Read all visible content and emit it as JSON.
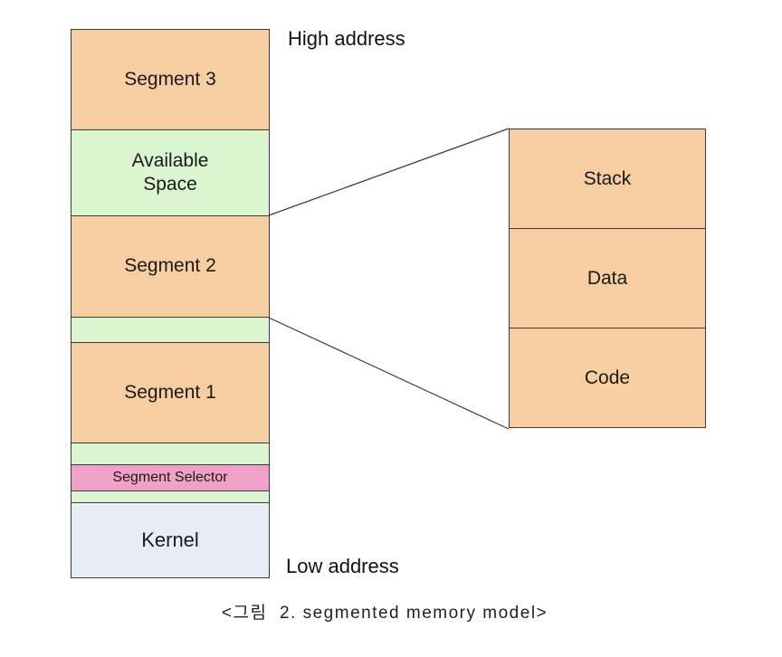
{
  "diagram": {
    "title_semantic": "segmented memory model diagram",
    "high_address_label": "High address",
    "low_address_label": "Low address",
    "caption": "<그림  2. segmented memory model>",
    "memory_stack": {
      "cells": [
        {
          "label": "Segment 3",
          "kind": "segment"
        },
        {
          "label": "Available\nSpace",
          "kind": "available-space"
        },
        {
          "label": "Segment 2",
          "kind": "segment"
        },
        {
          "label": "",
          "kind": "free-gap"
        },
        {
          "label": "Segment 1",
          "kind": "segment"
        },
        {
          "label": "",
          "kind": "free-gap"
        },
        {
          "label": "Segment Selector",
          "kind": "segment-selector"
        },
        {
          "label": "",
          "kind": "free-gap"
        },
        {
          "label": "Kernel",
          "kind": "kernel"
        }
      ]
    },
    "segment_detail": {
      "cells": [
        {
          "label": "Stack"
        },
        {
          "label": "Data"
        },
        {
          "label": "Code"
        }
      ]
    },
    "colors": {
      "segment_fill": "#f6cea1",
      "available_space_fill": "#dbf5d1",
      "segment_selector_fill": "#f1a1c7",
      "kernel_fill": "#e8ecf5",
      "border": "#3b3b3b",
      "background": "#ffffff",
      "text": "#1a1a1a"
    }
  }
}
